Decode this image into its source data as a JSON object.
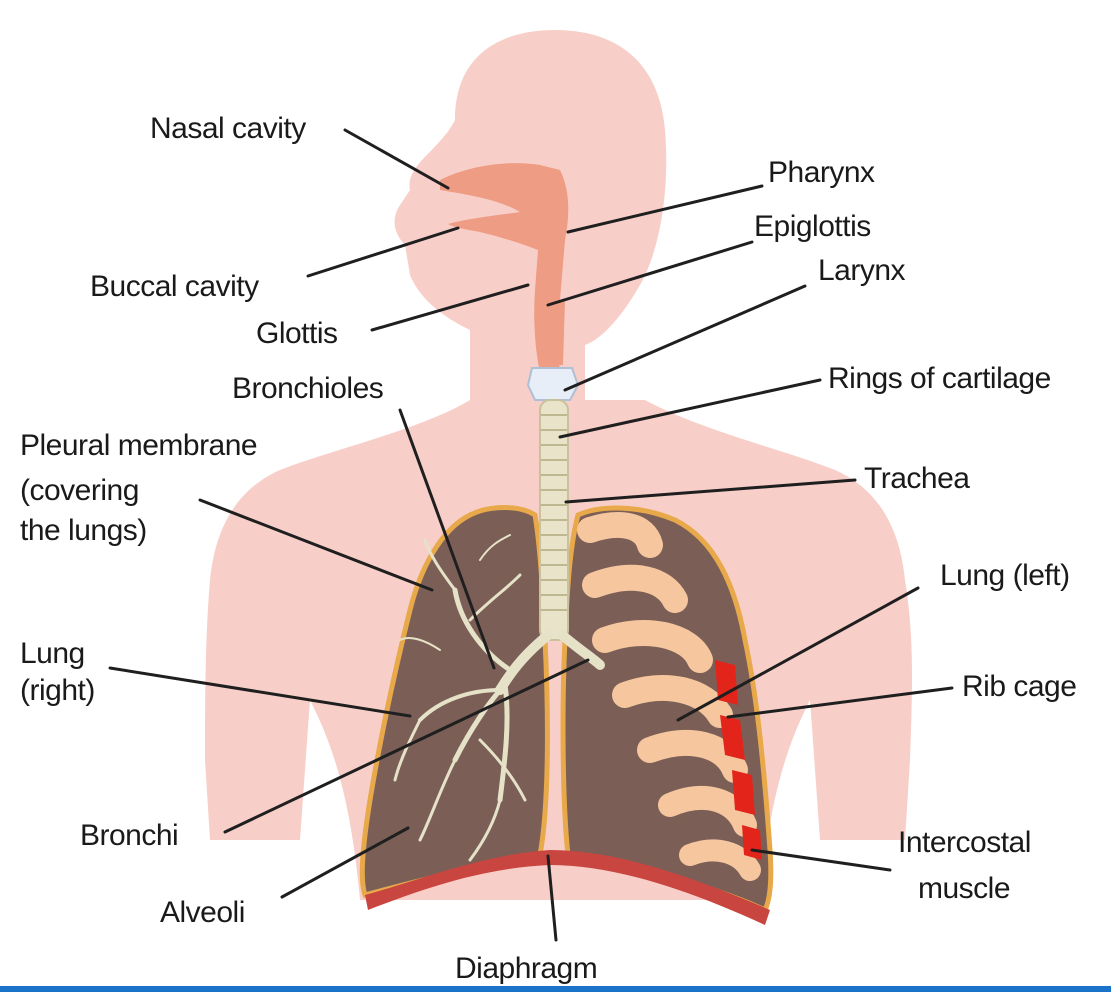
{
  "labels": {
    "nasal_cavity": "Nasal cavity",
    "pharynx": "Pharynx",
    "epiglottis": "Epiglottis",
    "buccal_cavity": "Buccal cavity",
    "larynx": "Larynx",
    "glottis": "Glottis",
    "bronchioles": "Bronchioles",
    "rings_of_cartilage": "Rings of cartilage",
    "pleural_membrane_1": "Pleural membrane",
    "pleural_membrane_2": "(covering",
    "pleural_membrane_3": "the lungs)",
    "trachea": "Trachea",
    "lung_left": "Lung (left)",
    "lung_right_1": "Lung",
    "lung_right_2": "(right)",
    "rib_cage": "Rib cage",
    "bronchi": "Bronchi",
    "intercostal_1": "Intercostal",
    "intercostal_2": "muscle",
    "alveoli": "Alveoli",
    "diaphragm": "Diaphragm"
  },
  "colors": {
    "body_skin": "#f8cfc8",
    "airway": "#ee9c84",
    "lung_fill": "#7b5f57",
    "lung_outline": "#e8a94a",
    "rib": "#f6c79f",
    "intercostal_muscle": "#e2241b",
    "diaphragm": "#c9453f",
    "bronchial_tree": "#e6e2c8",
    "bottom_rule": "#1a73c8"
  }
}
